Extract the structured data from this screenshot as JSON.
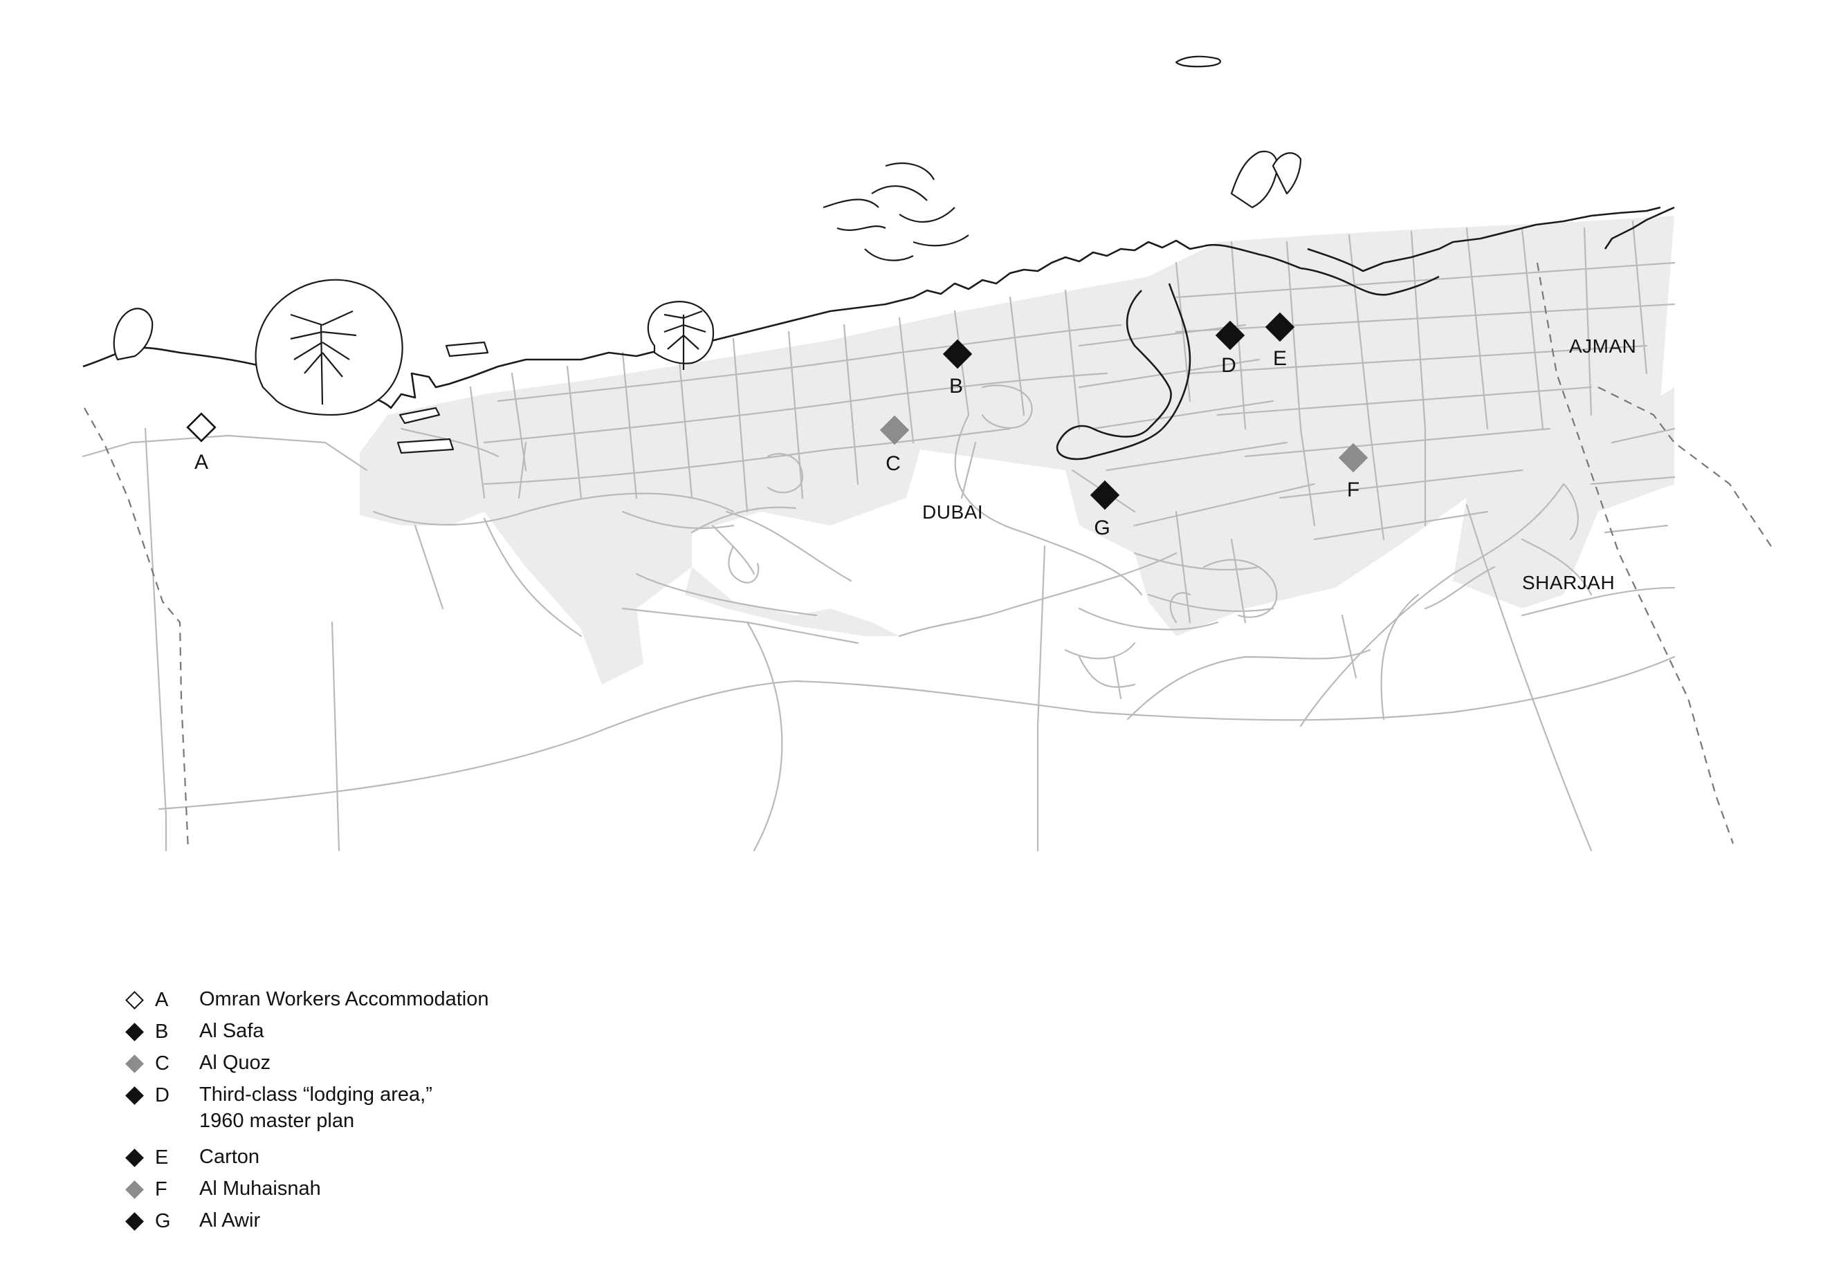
{
  "colors": {
    "black": "#111111",
    "grey": "#8c8c8c",
    "white": "#ffffff",
    "urban_fill": "#ececec",
    "roads": "#b9b9b9"
  },
  "map": {
    "places": [
      {
        "id": "dubai",
        "label": "DUBAI"
      },
      {
        "id": "ajman",
        "label": "AJMAN"
      },
      {
        "id": "sharjah",
        "label": "SHARJAH"
      }
    ],
    "markers": [
      {
        "letter": "A",
        "style": "white"
      },
      {
        "letter": "B",
        "style": "black"
      },
      {
        "letter": "C",
        "style": "grey"
      },
      {
        "letter": "D",
        "style": "black"
      },
      {
        "letter": "E",
        "style": "black"
      },
      {
        "letter": "F",
        "style": "grey"
      },
      {
        "letter": "G",
        "style": "black"
      }
    ]
  },
  "legend": {
    "items": [
      {
        "letter": "A",
        "style": "white",
        "line1": "Omran Workers Accommodation",
        "line2": ""
      },
      {
        "letter": "B",
        "style": "black",
        "line1": "Al Safa",
        "line2": ""
      },
      {
        "letter": "C",
        "style": "grey",
        "line1": "Al Quoz",
        "line2": ""
      },
      {
        "letter": "D",
        "style": "black",
        "line1": "Third-class “lodging area,”",
        "line2": "1960 master plan"
      },
      {
        "letter": "E",
        "style": "black",
        "line1": "Carton",
        "line2": ""
      },
      {
        "letter": "F",
        "style": "grey",
        "line1": "Al Muhaisnah",
        "line2": ""
      },
      {
        "letter": "G",
        "style": "black",
        "line1": "Al Awir",
        "line2": ""
      }
    ]
  }
}
